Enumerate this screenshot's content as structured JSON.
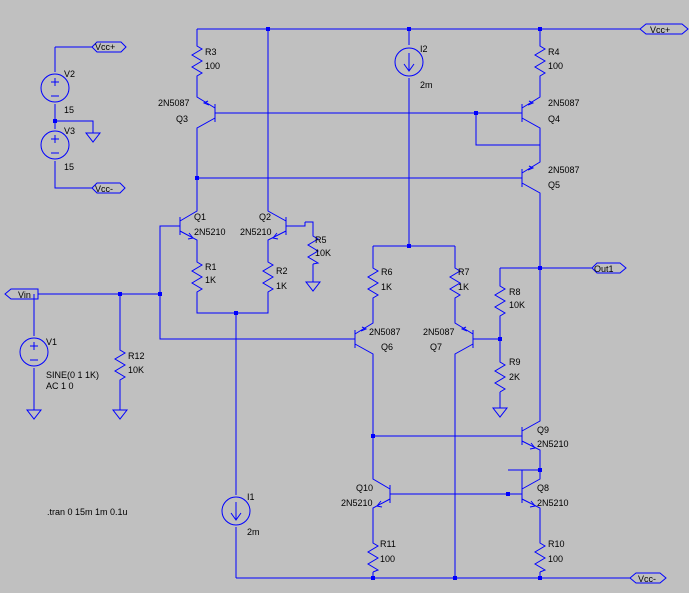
{
  "colors": {
    "background": "#c0c0c0",
    "wire": "#0000ff",
    "text": "#000000"
  },
  "net_labels": {
    "vcc_plus": "Vcc+",
    "vcc_minus": "Vcc-",
    "vin": "Vin",
    "out1": "Out1"
  },
  "sources": {
    "v1": {
      "name": "V1",
      "value": "SINE(0 1 1K)",
      "ac": "AC 1 0"
    },
    "v2": {
      "name": "V2",
      "value": "15"
    },
    "v3": {
      "name": "V3",
      "value": "15"
    },
    "i1": {
      "name": "I1",
      "value": "2m"
    },
    "i2": {
      "name": "I2",
      "value": "2m"
    }
  },
  "resistors": {
    "r1": {
      "name": "R1",
      "value": "1K"
    },
    "r2": {
      "name": "R2",
      "value": "1K"
    },
    "r3": {
      "name": "R3",
      "value": "100"
    },
    "r4": {
      "name": "R4",
      "value": "100"
    },
    "r5": {
      "name": "R5",
      "value": "10K"
    },
    "r6": {
      "name": "R6",
      "value": "1K"
    },
    "r7": {
      "name": "R7",
      "value": "1K"
    },
    "r8": {
      "name": "R8",
      "value": "10K"
    },
    "r9": {
      "name": "R9",
      "value": "2K"
    },
    "r10": {
      "name": "R10",
      "value": "100"
    },
    "r11": {
      "name": "R11",
      "value": "100"
    },
    "r12": {
      "name": "R12",
      "value": "10K"
    }
  },
  "transistors": {
    "q1": {
      "name": "Q1",
      "model": "2N5210"
    },
    "q2": {
      "name": "Q2",
      "model": "2N5210"
    },
    "q3": {
      "name": "Q3",
      "model": "2N5087"
    },
    "q4": {
      "name": "Q4",
      "model": "2N5087"
    },
    "q5": {
      "name": "Q5",
      "model": "2N5087"
    },
    "q6": {
      "name": "Q6",
      "model": "2N5087"
    },
    "q7": {
      "name": "Q7",
      "model": "2N5087"
    },
    "q8": {
      "name": "Q8",
      "model": "2N5210"
    },
    "q9": {
      "name": "Q9",
      "model": "2N5210"
    },
    "q10": {
      "name": "Q10",
      "model": "2N5210"
    }
  },
  "directive": ".tran 0 15m 1m 0.1u"
}
